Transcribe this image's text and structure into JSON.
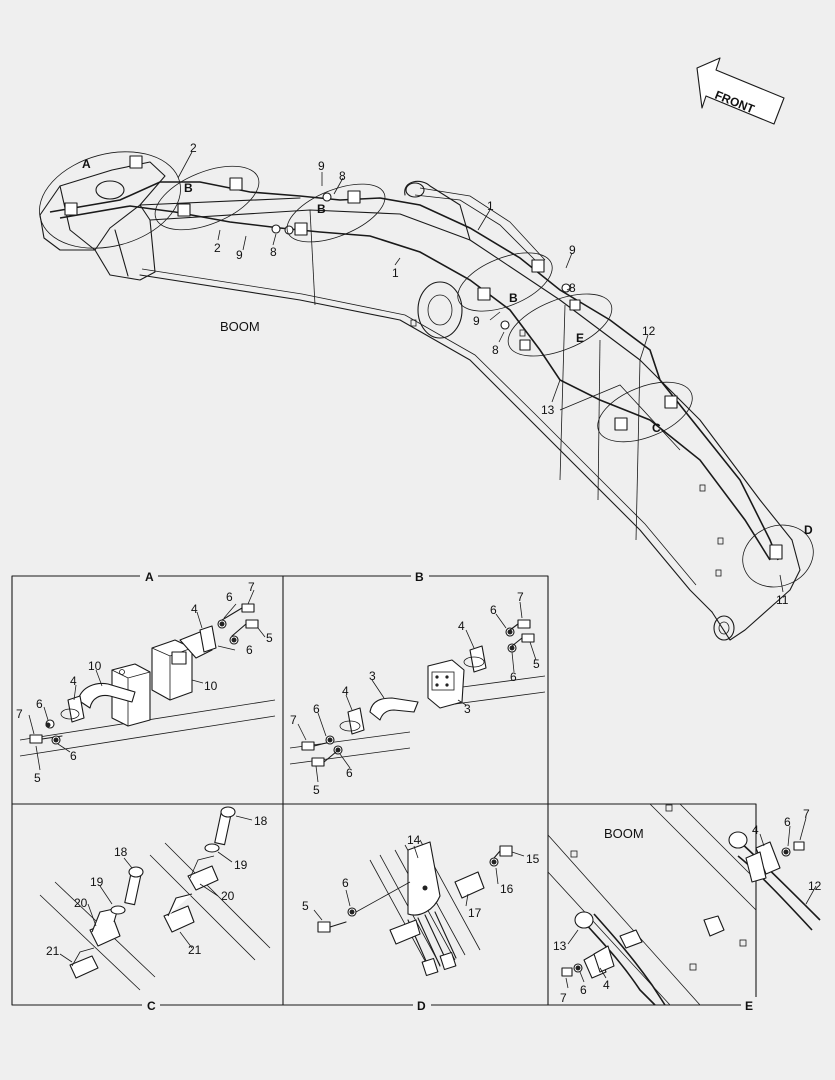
{
  "front_label": "FRONT",
  "boom_label": "BOOM",
  "callouts": {
    "A": "A",
    "B": "B",
    "C": "C",
    "D": "D",
    "E": "E",
    "n1": "1",
    "n2": "2",
    "n3": "3",
    "n4": "4",
    "n5": "5",
    "n6": "6",
    "n7": "7",
    "n8": "8",
    "n9": "9",
    "n10": "10",
    "n11": "11",
    "n12": "12",
    "n13": "13",
    "n14": "14",
    "n15": "15",
    "n16": "16",
    "n17": "17",
    "n18": "18",
    "n19": "19",
    "n20": "20",
    "n21": "21"
  },
  "panels": {
    "A": "A",
    "B": "B",
    "C": "C",
    "D": "D",
    "E": "E"
  }
}
